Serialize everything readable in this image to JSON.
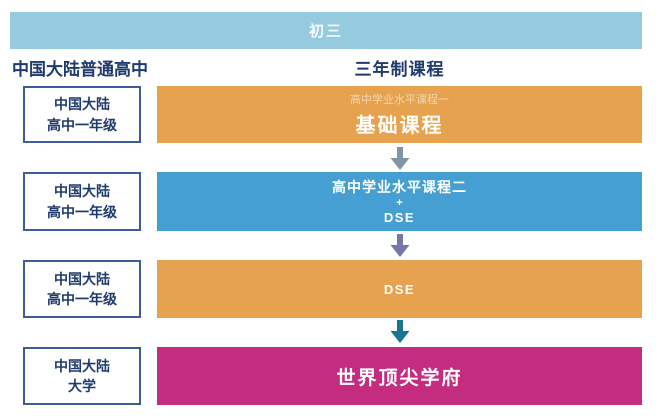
{
  "banner": {
    "label": "初三"
  },
  "headers": {
    "left": "中国大陆普通高中",
    "right": "三年制课程"
  },
  "rows": [
    {
      "stage": {
        "line1": "中国大陆",
        "line2": "高中一年级"
      },
      "course": {
        "subtitle": "高中学业水平课程一",
        "title": "基础课程"
      }
    },
    {
      "stage": {
        "line1": "中国大陆",
        "line2": "高中一年级"
      },
      "course": {
        "line1": "高中学业水平课程二",
        "line2": "+",
        "line3": "DSE"
      }
    },
    {
      "stage": {
        "line1": "中国大陆",
        "line2": "高中一年级"
      },
      "course": {
        "title": "DSE"
      }
    },
    {
      "stage": {
        "line1": "中国大陆",
        "line2": "大学"
      },
      "course": {
        "title": "世界顶尖学府"
      }
    }
  ],
  "colors": {
    "banner_bg": "#96CADF",
    "header_text": "#1E3A6E",
    "stage_border": "#3D5C99",
    "stage_text": "#1E3A6E",
    "course_orange": "#E6A24F",
    "course_blue": "#459FD3",
    "course_magenta": "#C42C80",
    "arrow_gray_blue": "#8096A8",
    "arrow_purple": "#7377AD",
    "arrow_teal": "#17768F"
  }
}
